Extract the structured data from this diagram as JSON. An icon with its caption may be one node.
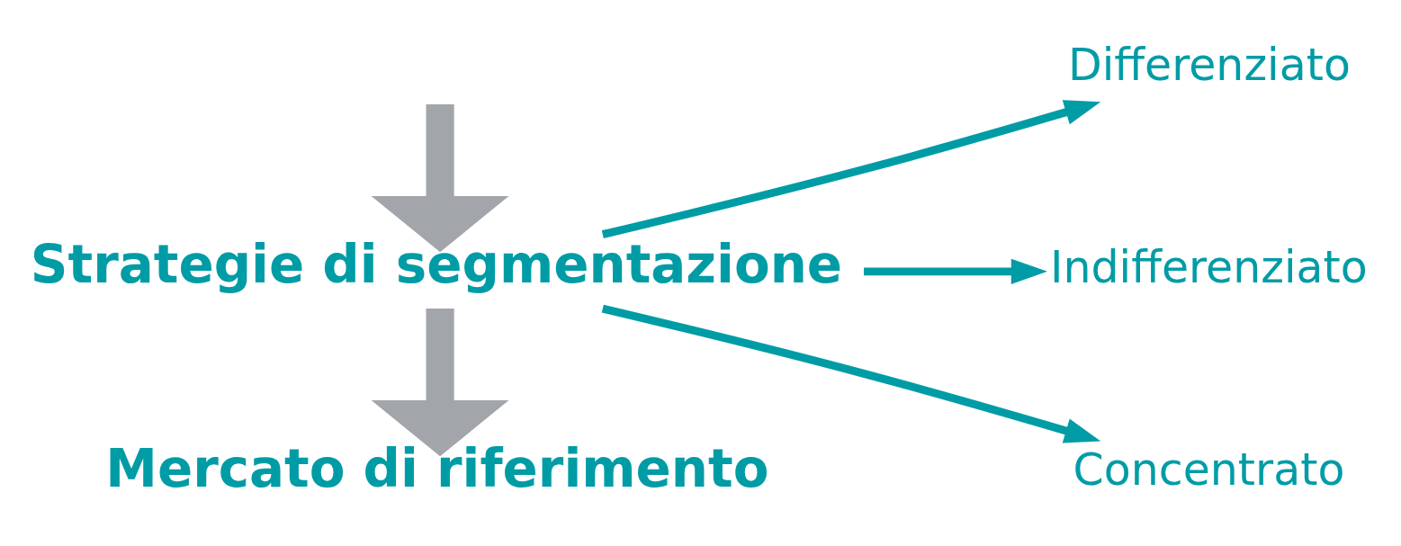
{
  "diagram": {
    "nodes": [
      {
        "text": [
          "Strategie di segmentazione"
        ]
      },
      {
        "text": [
          "Differenziato"
        ]
      },
      {
        "text": [
          "Indifferenziato"
        ]
      },
      {
        "text": [
          "Concentrato"
        ]
      },
      {
        "text": [
          "Mercato di riferimento"
        ]
      }
    ],
    "edges": [
      {
        "from": null,
        "to": 0,
        "arrow": "to",
        "style": "thick",
        "color": "#a2a6aa"
      },
      {
        "from": 0,
        "to": 1,
        "arrow": "to"
      },
      {
        "from": 0,
        "to": 2,
        "arrow": "to"
      },
      {
        "from": 0,
        "to": 3,
        "arrow": "to"
      },
      {
        "from": 0,
        "to": 4,
        "arrow": "to",
        "style": "thick",
        "color": "#a2a6aa"
      }
    ]
  }
}
